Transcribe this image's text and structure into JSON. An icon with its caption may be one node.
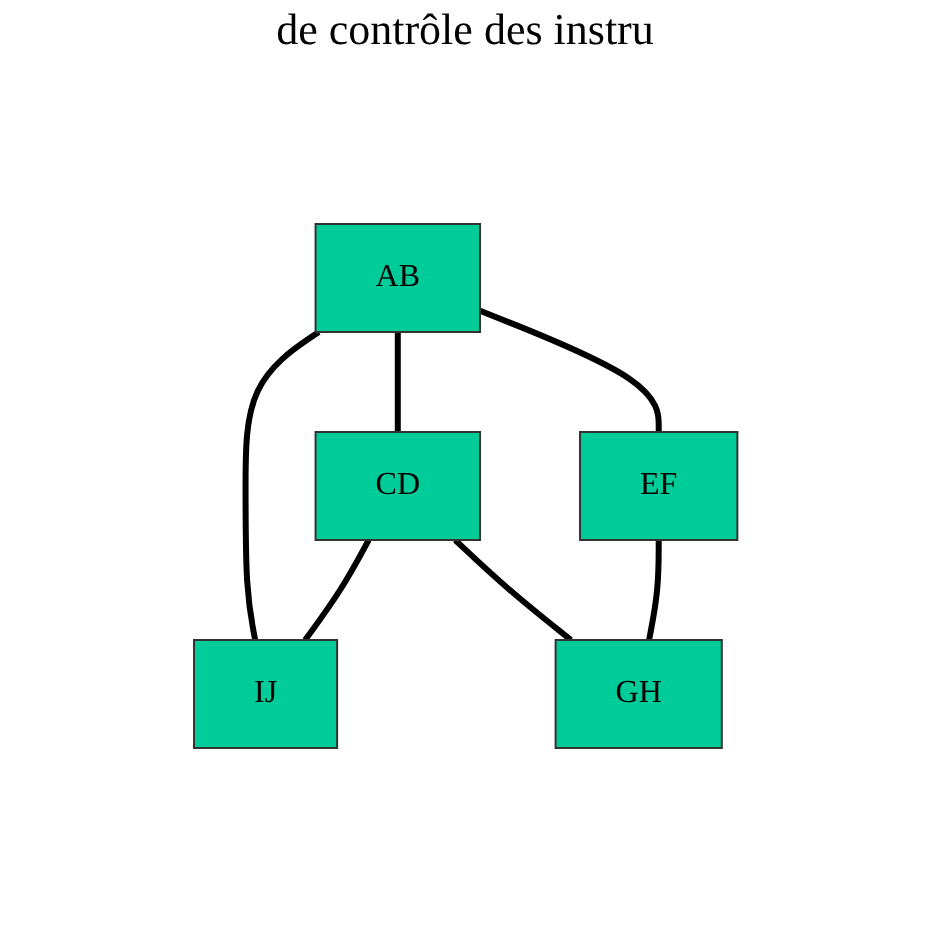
{
  "diagram": {
    "title": "de contrôle des instru",
    "nodes": [
      {
        "text": [
          "AB"
        ]
      },
      {
        "text": [
          "CD"
        ]
      },
      {
        "text": [
          "EF"
        ]
      },
      {
        "text": [
          "GH"
        ]
      },
      {
        "text": [
          "IJ"
        ]
      }
    ],
    "edges": [
      {
        "from": 0,
        "to": 1,
        "arrow": "none"
      },
      {
        "from": 0,
        "to": 2,
        "arrow": "none"
      },
      {
        "from": 0,
        "to": 4,
        "arrow": "none"
      },
      {
        "from": 1,
        "to": 4,
        "arrow": "none"
      },
      {
        "from": 1,
        "to": 3,
        "arrow": "none"
      },
      {
        "from": 2,
        "to": 3,
        "arrow": "none"
      }
    ]
  }
}
